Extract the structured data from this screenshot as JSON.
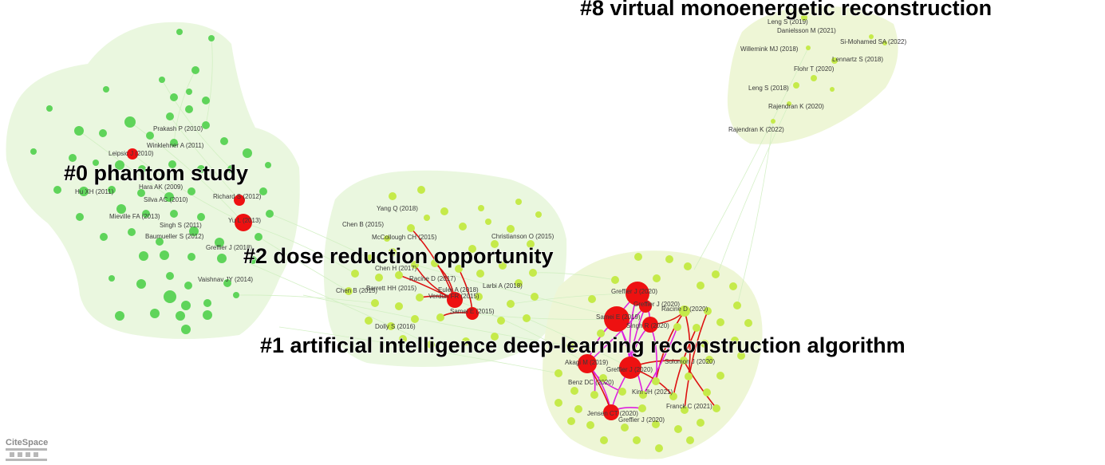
{
  "colors": {
    "hull_green": "#eaf7df",
    "hull_lime": "#eef6d6",
    "node_green": "#5fd45a",
    "node_lime": "#c5ea4a",
    "node_red": "#ee1111",
    "edge_red": "#dd1111",
    "edge_magenta": "#dd22dd",
    "edge_light": "#cfeec0"
  },
  "clusters": [
    {
      "id": "c0",
      "title": "#0 phantom study"
    },
    {
      "id": "c2",
      "title": "#2 dose reduction opportunity"
    },
    {
      "id": "c1",
      "title": "#1 artificial intelligence deep-learning reconstruction algorithm"
    },
    {
      "id": "c8",
      "title": "#8 virtual monoenergetic reconstruction"
    }
  ],
  "labels": {
    "c0": [
      "Prakash P (2010)",
      "Winklehner A (2011)",
      "Leipsic J (2010)",
      "Hara AK (2009)",
      "Hu XH (2011)",
      "Silva AC (2010)",
      "Richard S (2012)",
      "Mieville FA (2013)",
      "Singh S (2011)",
      "Yu L (2013)",
      "Baumueller S (2012)",
      "Greffier J (2018)",
      "Vaishnav JY (2014)"
    ],
    "c2": [
      "Yang Q (2018)",
      "Chen B (2015)",
      "McCollough CH (2015)",
      "Christianson O (2015)",
      "Chen H (2017)",
      "Racine D (2017)",
      "Euler A (2018)",
      "Barrett HH (2015)",
      "Larbi A (2018)",
      "Chen B (2015)",
      "Verdun FR (2015)",
      "Samei E (2015)",
      "Dolly S (2016)"
    ],
    "c1": [
      "Greffier J (2020)",
      "Greffier J (2020)",
      "Racine D (2020)",
      "Samei E (2019)",
      "Singh R (2020)",
      "Solomon J (2020)",
      "Akagi M (2019)",
      "Greffier J (2020)",
      "Benz DC (2020)",
      "Kim JH (2021)",
      "Franck C (2021)",
      "Jensen CT (2020)",
      "Greffier J (2020)"
    ],
    "c8": [
      "Leng S (2019)",
      "Danielsson M (2021)",
      "Si-Mohamed SA (2022)",
      "Willemink MJ (2018)",
      "Lennartz S (2018)",
      "Flohr T (2020)",
      "Leng S (2018)",
      "Rajendran K (2020)",
      "Rajendran K (2022)"
    ]
  },
  "logo": {
    "text": "CiteSpace"
  }
}
